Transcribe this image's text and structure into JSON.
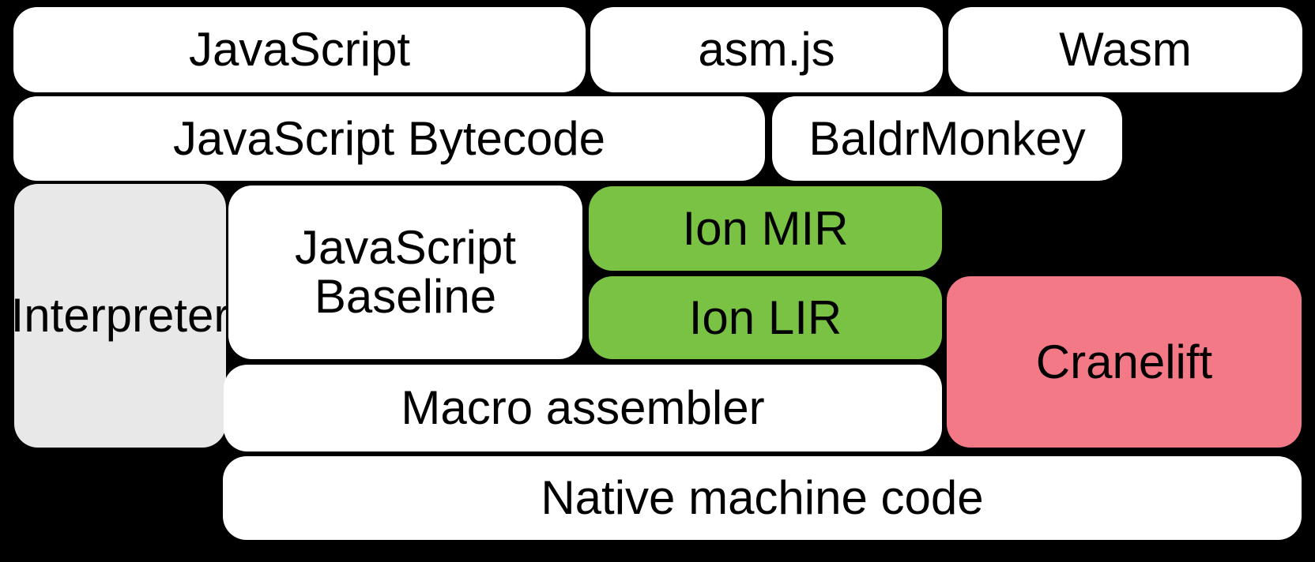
{
  "diagram": {
    "background": "#000000",
    "text_color": "#000000",
    "colors": {
      "white": "#ffffff",
      "gray": "#e8e8e8",
      "green": "#79c243",
      "pink": "#f47987"
    },
    "boxes": {
      "javascript": {
        "label": "JavaScript",
        "color": "#ffffff"
      },
      "asmjs": {
        "label": "asm.js",
        "color": "#ffffff"
      },
      "wasm": {
        "label": "Wasm",
        "color": "#ffffff"
      },
      "js_bytecode": {
        "label": "JavaScript Bytecode",
        "color": "#ffffff"
      },
      "baldrmonkey": {
        "label": "BaldrMonkey",
        "color": "#ffffff"
      },
      "interpreter": {
        "label": "Interpreter",
        "color": "#e8e8e8"
      },
      "js_baseline": {
        "label": "JavaScript Baseline",
        "line1": "JavaScript",
        "line2": "Baseline",
        "color": "#ffffff"
      },
      "ion_mir": {
        "label": "Ion MIR",
        "color": "#79c243"
      },
      "ion_lir": {
        "label": "Ion LIR",
        "color": "#79c243"
      },
      "cranelift": {
        "label": "Cranelift",
        "color": "#f47987"
      },
      "macro_assembler": {
        "label": "Macro assembler",
        "color": "#ffffff"
      },
      "native_machine_code": {
        "label": "Native machine code",
        "color": "#ffffff"
      }
    }
  }
}
